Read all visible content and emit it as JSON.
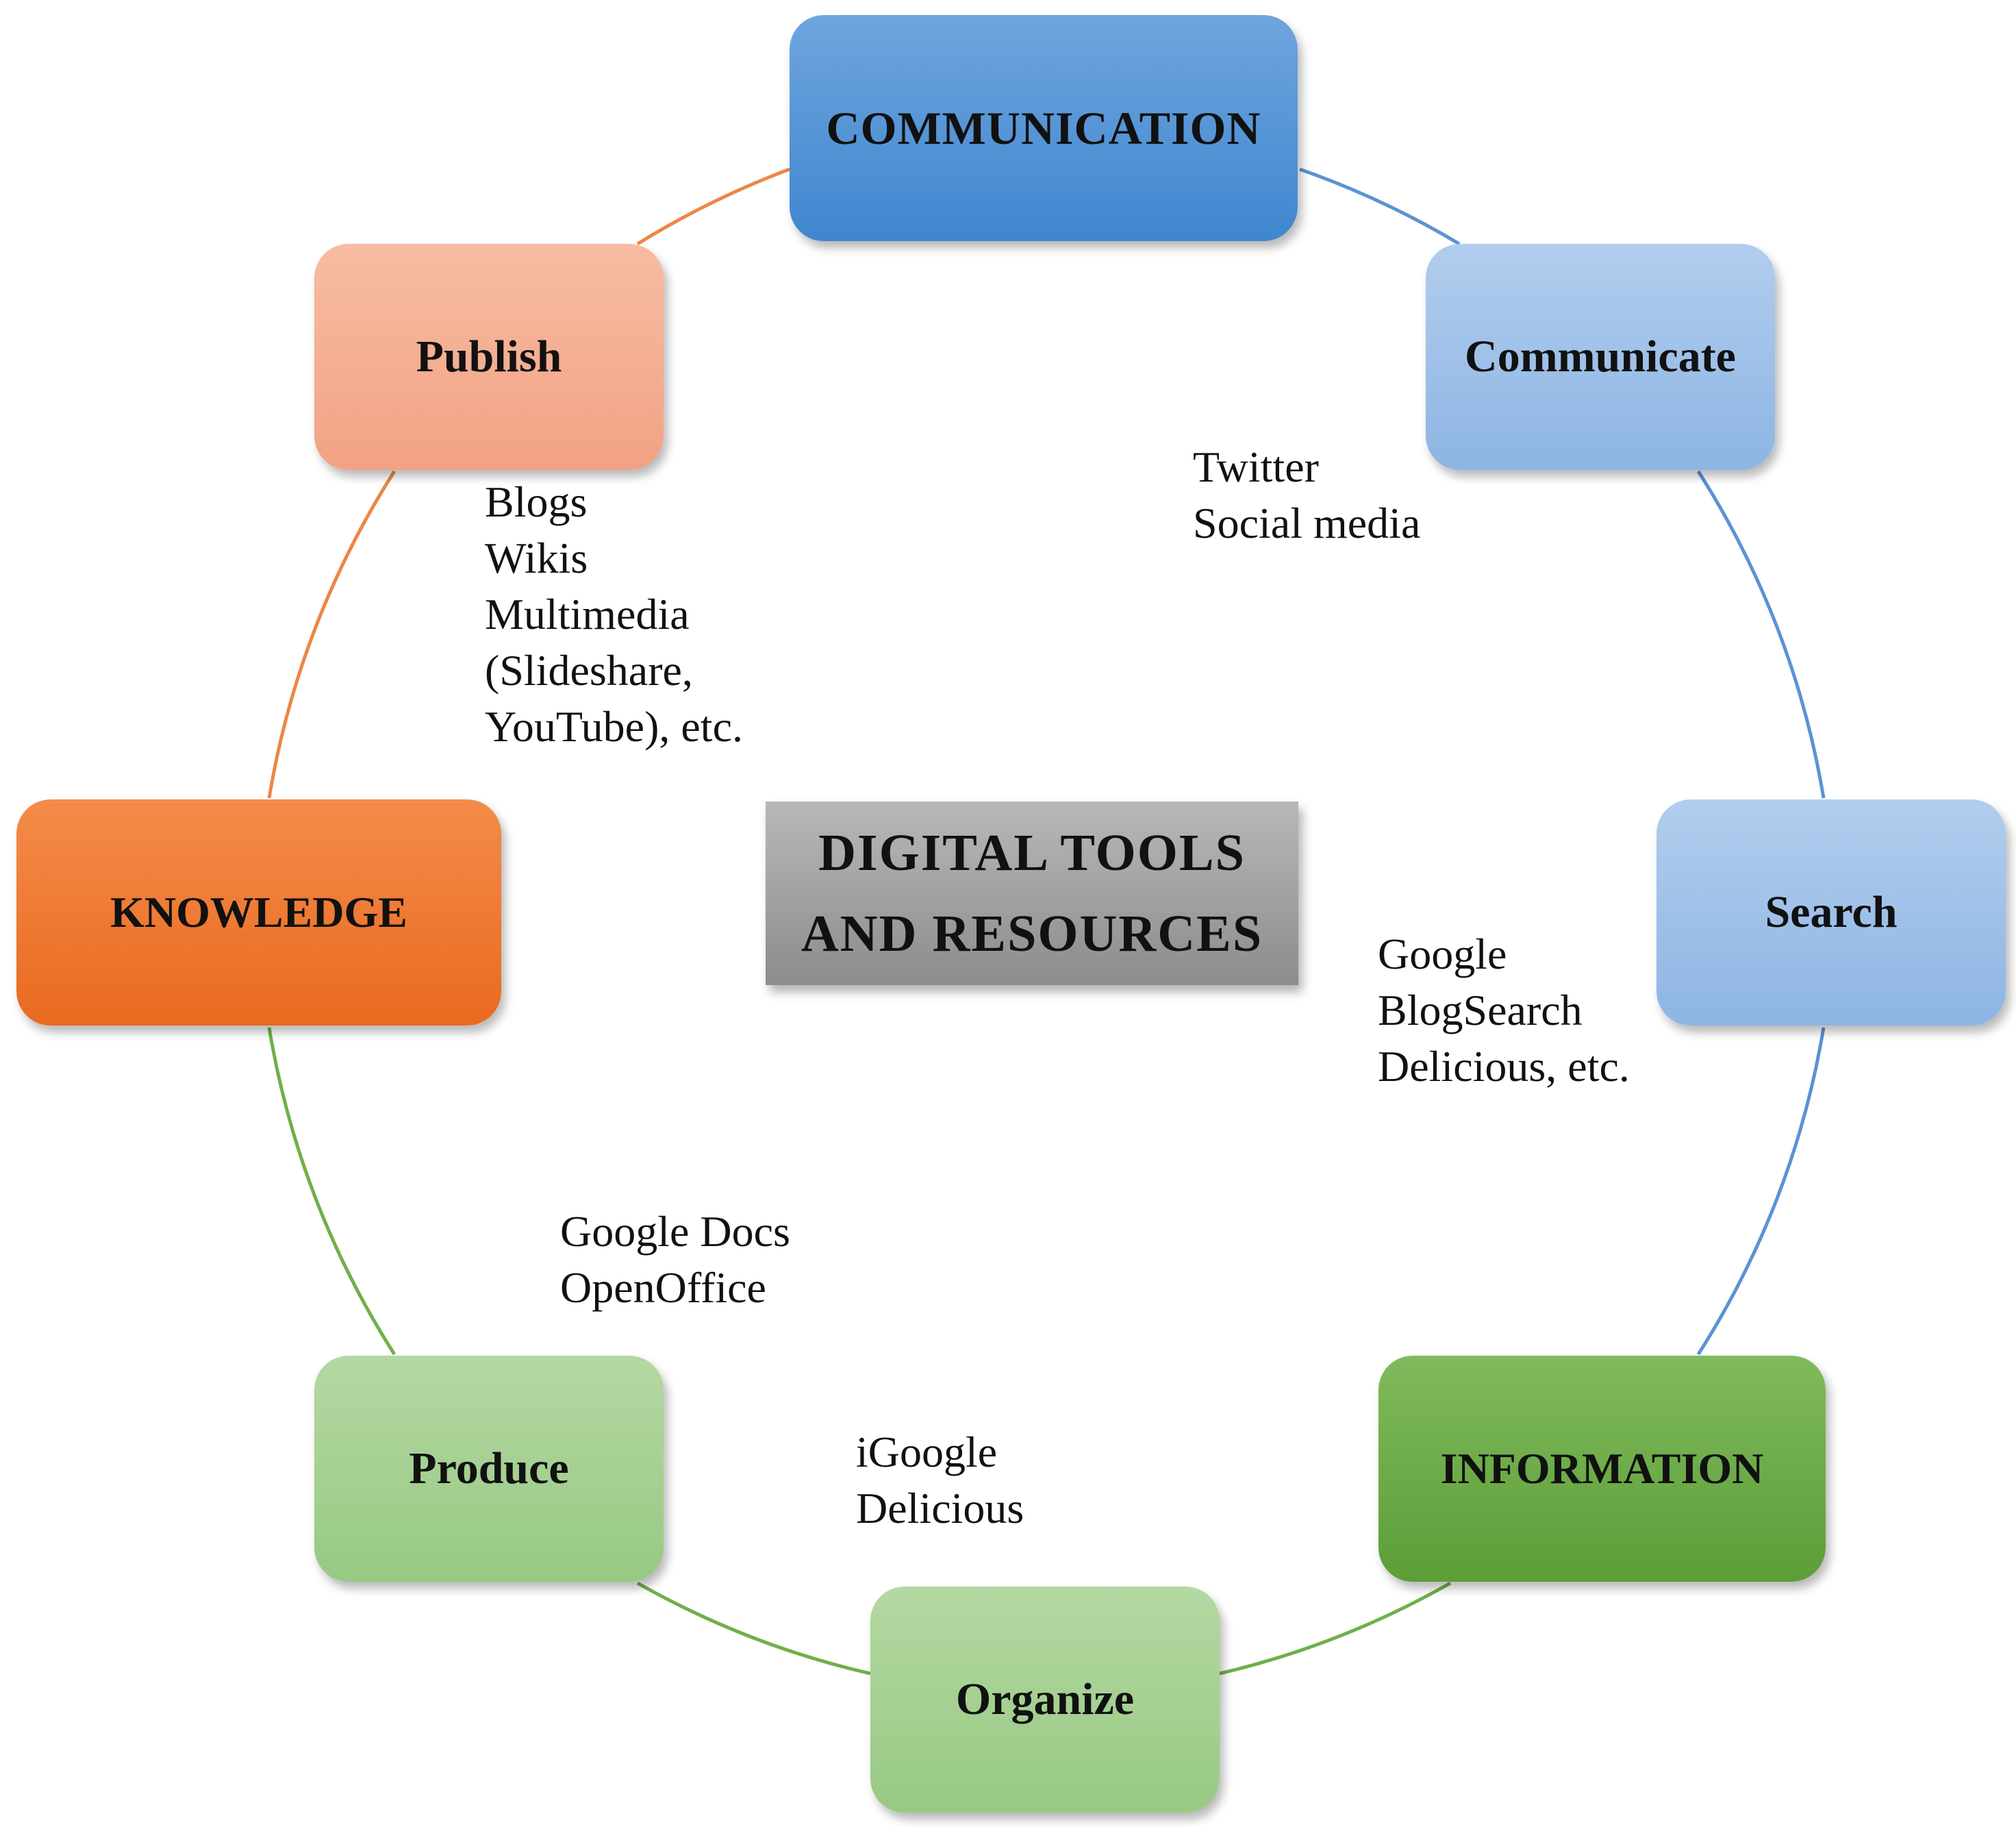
{
  "title": {
    "line1": "DIGITAL TOOLS",
    "line2": "AND RESOURCES"
  },
  "nodes": {
    "communication": "COMMUNICATION",
    "communicate": "Communicate",
    "search": "Search",
    "information": "INFORMATION",
    "organize": "Organize",
    "produce": "Produce",
    "knowledge": "KNOWLEDGE",
    "publish": "Publish"
  },
  "tools": {
    "publish": [
      "Blogs",
      "Wikis",
      "Multimedia",
      "(Slideshare,",
      "YouTube), etc."
    ],
    "communicate": [
      "Twitter",
      "Social media"
    ],
    "search": [
      "Google",
      "BlogSearch",
      "Delicious, etc."
    ],
    "produce": [
      "Google Docs",
      "OpenOffice"
    ],
    "organize": [
      "iGoogle",
      "Delicious"
    ]
  },
  "colors": {
    "communication_arc": "#5b93d3",
    "information_arc": "#6fb04a",
    "knowledge_arc": "#ec8746",
    "communication_box": "#4a8bd1",
    "communicate_box": "#a0c1e9",
    "information_box": "#6aaa45",
    "organize_box": "#a7d193",
    "knowledge_box": "#ee7a33",
    "publish_box": "#f5b296",
    "center_box": "#a3a3a3"
  }
}
